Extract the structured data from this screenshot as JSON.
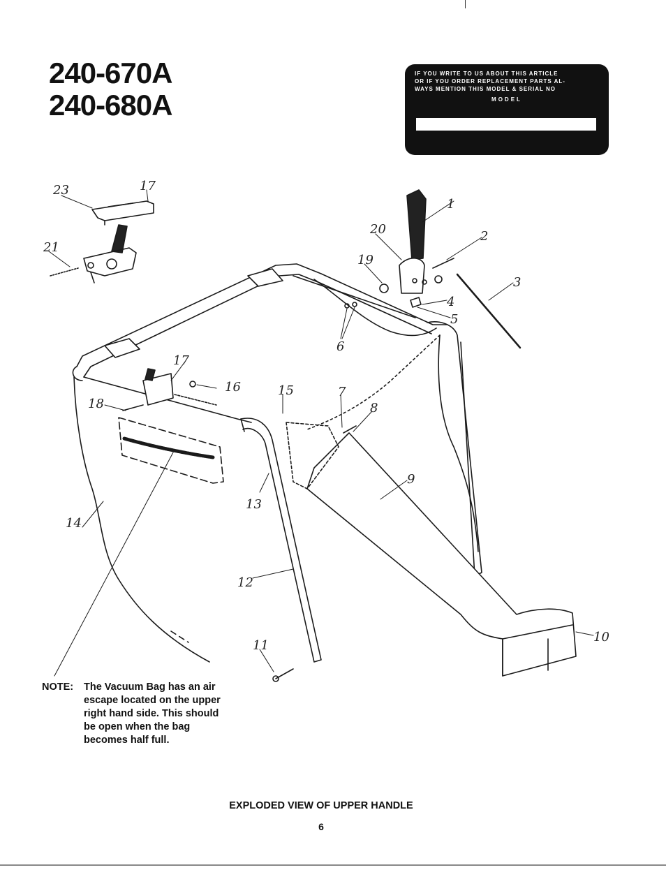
{
  "header": {
    "model_lines": [
      "240-670A",
      "240-680A"
    ]
  },
  "info_box": {
    "lines": [
      "IF YOU WRITE TO US ABOUT THIS ARTICLE",
      "OR IF YOU ORDER REPLACEMENT PARTS AL-",
      "WAYS MENTION THIS MODEL & SERIAL NO"
    ],
    "model_label": "MODEL"
  },
  "callouts": [
    "1",
    "2",
    "3",
    "4",
    "5",
    "6",
    "7",
    "8",
    "9",
    "10",
    "11",
    "12",
    "13",
    "14",
    "15",
    "16",
    "17",
    "17",
    "18",
    "19",
    "20",
    "21",
    "23"
  ],
  "note": {
    "label": "NOTE:",
    "text": "The Vacuum Bag has an air escape located on the upper right hand side. This should be open when the bag becomes half full."
  },
  "caption": "EXPLODED VIEW OF UPPER HANDLE",
  "page_number": "6"
}
